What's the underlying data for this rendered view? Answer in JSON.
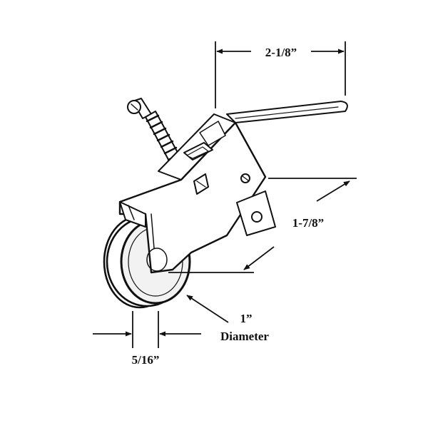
{
  "diagram": {
    "dimensions": {
      "top_width": "2-1/8”",
      "side_height": "1-7/8”",
      "wheel_width": "5/16”",
      "wheel_diameter": "1”",
      "diameter_word": "Diameter"
    },
    "colors": {
      "ink": "#111111",
      "background": "#ffffff",
      "wheel_face": "#f2f2f2"
    }
  }
}
